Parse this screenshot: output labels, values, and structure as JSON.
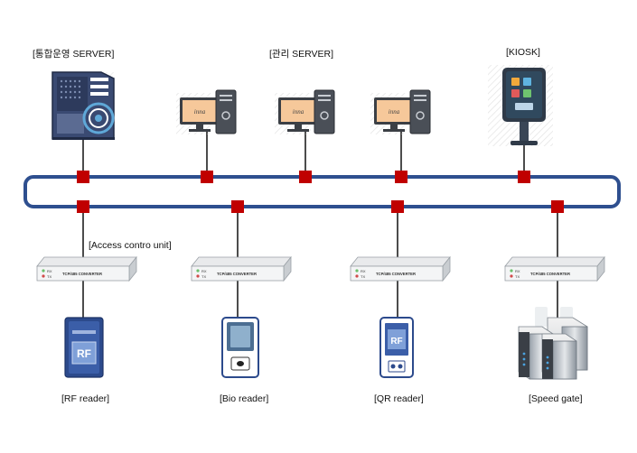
{
  "labels": {
    "integrated_server": "[통합운영 SERVER]",
    "management_server": "[관리 SERVER]",
    "kiosk": "[KIOSK]",
    "access_control_unit": "[Access contro unit]",
    "rf_reader": "[RF reader]",
    "bio_reader": "[Bio reader]",
    "qr_reader": "[QR reader]",
    "speed_gate": "[Speed gate]"
  },
  "monitor_brand": "inna",
  "converter": {
    "title": "TCP/485 CONVERTER",
    "rx": "RX",
    "tx": "TX"
  },
  "rf_card_text": "RF",
  "qr_card_text": "RF",
  "colors": {
    "bus_line": "#2e4f8f",
    "node": "#c00000",
    "server_body": "#3a4a72",
    "monitor_screen": "#f6c89a",
    "reader_blue": "#2c4a8c",
    "kiosk_screen": "#30495e"
  },
  "icons": {
    "server": "server-tower-icon",
    "pc": "desktop-pc-icon",
    "kiosk": "kiosk-icon",
    "converter": "converter-box-icon",
    "rf_reader": "rf-reader-icon",
    "bio_reader": "bio-reader-icon",
    "qr_reader": "qr-reader-icon",
    "speed_gate": "speed-gate-icon"
  }
}
